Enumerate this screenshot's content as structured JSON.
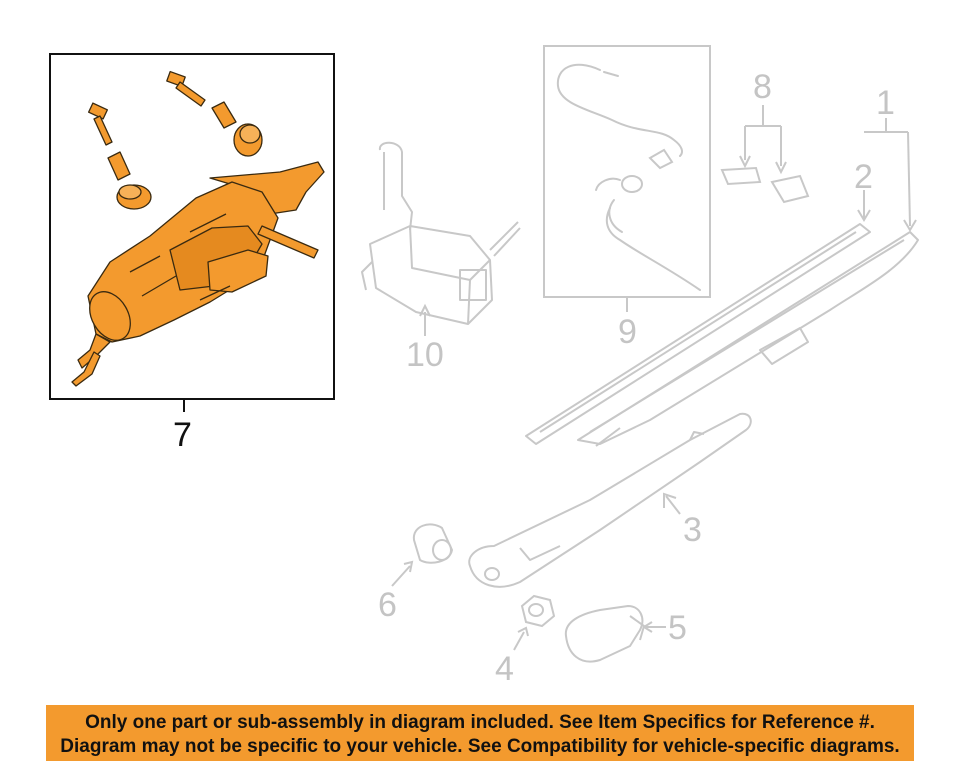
{
  "callouts": {
    "c1": "1",
    "c2": "2",
    "c3": "3",
    "c4": "4",
    "c5": "5",
    "c6": "6",
    "c7": "7",
    "c8": "8",
    "c9": "9",
    "c10": "10"
  },
  "colors": {
    "highlight_part": "#f39a2e",
    "faded_line": "#c8c8c8",
    "banner_background": "#f39a2e"
  },
  "banner": {
    "line1": "Only one part or sub-assembly in diagram included. See Item Specifics for Reference #.",
    "line2": "Diagram may not be specific to your vehicle. See Compatibility for vehicle-specific diagrams."
  }
}
